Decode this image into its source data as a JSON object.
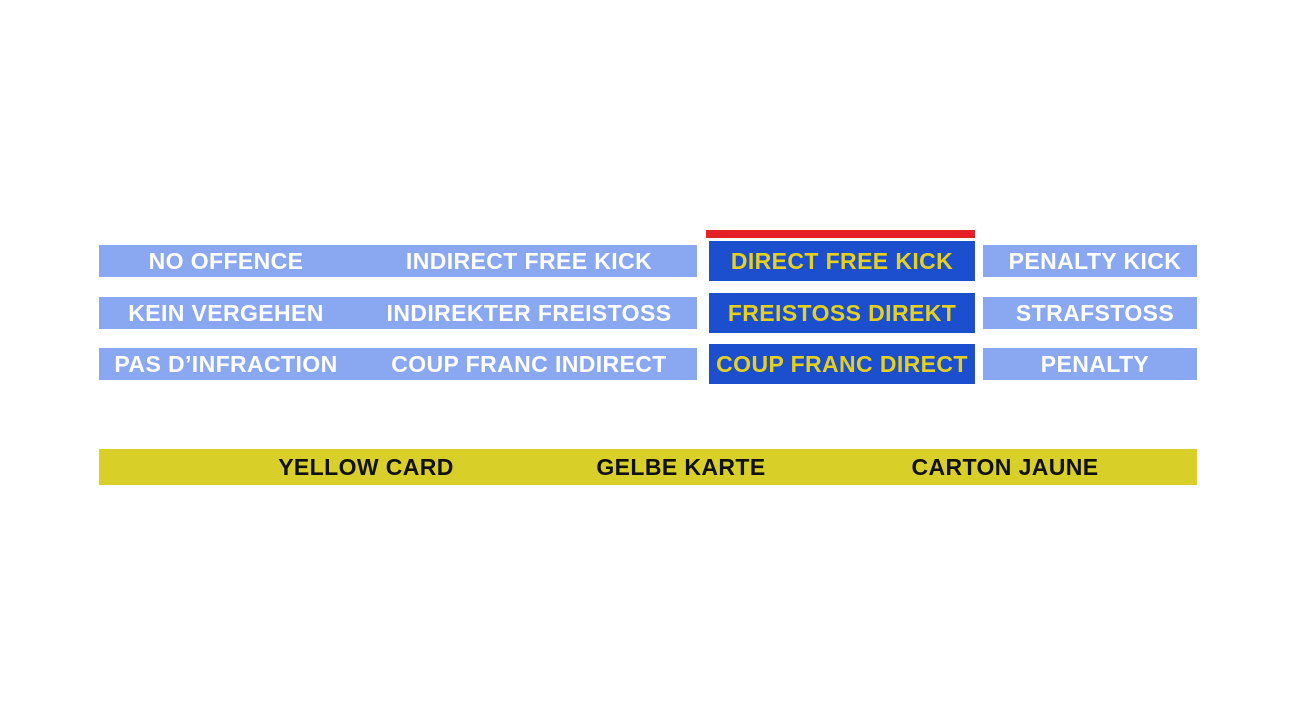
{
  "colors": {
    "option_normal_bg": "#8aa7f2",
    "option_selected_bg": "#1b4fce",
    "option_text": "#ffffff",
    "option_selected_text": "#e6d01e",
    "indicator_red": "#e32126",
    "card_bar_bg": "#d8cf29",
    "card_bar_text": "#111111"
  },
  "grid": {
    "rows": [
      {
        "language": "english",
        "cells": [
          {
            "label": "NO OFFENCE",
            "selected": false
          },
          {
            "label": "INDIRECT FREE KICK",
            "selected": false
          },
          {
            "label": "DIRECT FREE KICK",
            "selected": true
          },
          {
            "label": "PENALTY KICK",
            "selected": false
          }
        ]
      },
      {
        "language": "german",
        "cells": [
          {
            "label": "KEIN VERGEHEN",
            "selected": false
          },
          {
            "label": "INDIREKTER FREISTOSS",
            "selected": false
          },
          {
            "label": "FREISTOSS DIREKT",
            "selected": true
          },
          {
            "label": "STRAFSTOSS",
            "selected": false
          }
        ]
      },
      {
        "language": "french",
        "cells": [
          {
            "label": "PAS D’INFRACTION",
            "selected": false
          },
          {
            "label": "COUP FRANC INDIRECT",
            "selected": false
          },
          {
            "label": "COUP FRANC DIRECT",
            "selected": true
          },
          {
            "label": "PENALTY",
            "selected": false
          }
        ]
      }
    ]
  },
  "card_bar": {
    "labels": [
      {
        "language": "english",
        "label": "YELLOW CARD"
      },
      {
        "language": "german",
        "label": "GELBE KARTE"
      },
      {
        "language": "french",
        "label": "CARTON JAUNE"
      }
    ]
  }
}
